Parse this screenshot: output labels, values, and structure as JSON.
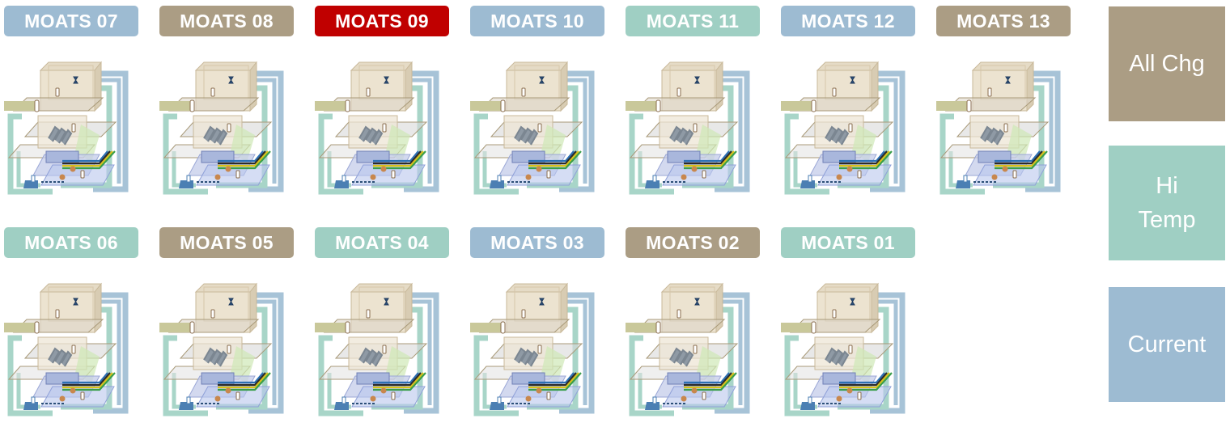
{
  "colors": {
    "all_chg": "#ab9d84",
    "hi_temp": "#9fcfc3",
    "current": "#9dbbd2",
    "alert": "#c00000"
  },
  "top_row": [
    {
      "label": "MOATS 07",
      "status": "current"
    },
    {
      "label": "MOATS 08",
      "status": "all_chg"
    },
    {
      "label": "MOATS 09",
      "status": "alert"
    },
    {
      "label": "MOATS 10",
      "status": "current"
    },
    {
      "label": "MOATS 11",
      "status": "hi_temp"
    },
    {
      "label": "MOATS 12",
      "status": "current"
    },
    {
      "label": "MOATS 13",
      "status": "all_chg"
    }
  ],
  "bottom_row": [
    {
      "label": "MOATS 06",
      "status": "hi_temp"
    },
    {
      "label": "MOATS 05",
      "status": "all_chg"
    },
    {
      "label": "MOATS 04",
      "status": "hi_temp"
    },
    {
      "label": "MOATS 03",
      "status": "current"
    },
    {
      "label": "MOATS 02",
      "status": "all_chg"
    },
    {
      "label": "MOATS 01",
      "status": "hi_temp"
    }
  ],
  "legend": {
    "all_chg": {
      "line1": "All Chg"
    },
    "hi_temp": {
      "line1": "Hi",
      "line2": "Temp"
    },
    "current": {
      "line1": "Current"
    }
  }
}
